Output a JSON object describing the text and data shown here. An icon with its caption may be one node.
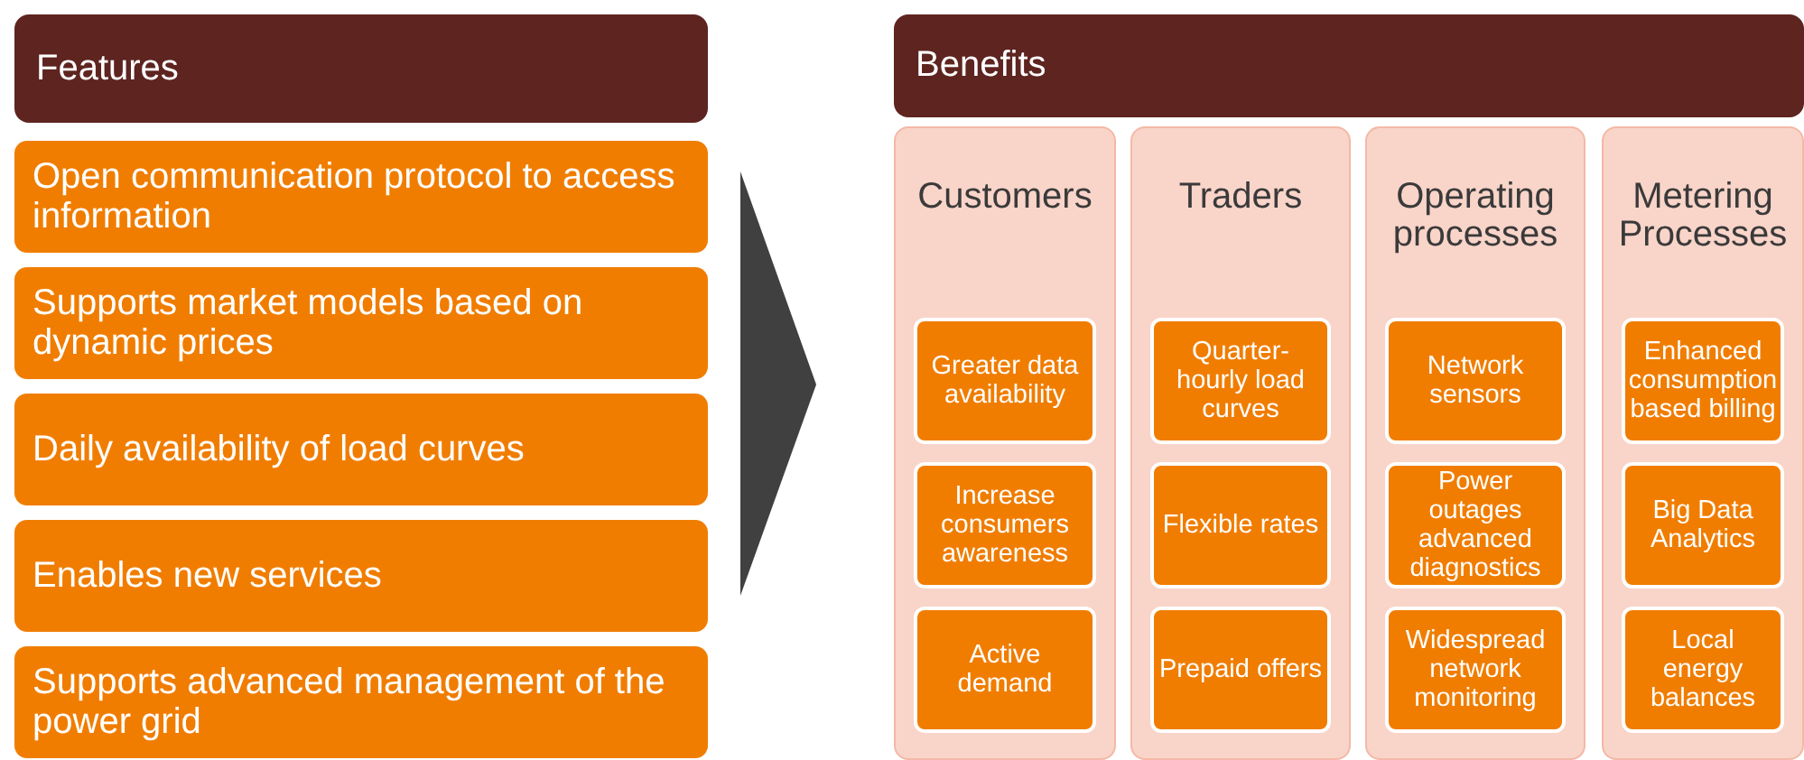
{
  "diagram": {
    "nodes": [
      {
        "text": [
          "Features"
        ]
      },
      {
        "text": [
          "Open communication protocol to access information"
        ]
      },
      {
        "text": [
          "Supports market models based on dynamic prices"
        ]
      },
      {
        "text": [
          "Daily availability of load curves"
        ]
      },
      {
        "text": [
          "Enables new services"
        ]
      },
      {
        "text": [
          "Supports advanced management of the power grid"
        ]
      },
      {
        "text": [
          "Benefits"
        ]
      },
      {
        "text": [
          "Customers"
        ]
      },
      {
        "text": [
          "Greater data availability"
        ],
        "in": 7
      },
      {
        "text": [
          "Increase consumers awareness"
        ],
        "in": 7
      },
      {
        "text": [
          "Active demand"
        ],
        "in": 7
      },
      {
        "text": [
          "Traders"
        ]
      },
      {
        "text": [
          "Quarter-hourly load curves"
        ],
        "in": 11
      },
      {
        "text": [
          "Flexible rates"
        ],
        "in": 11
      },
      {
        "text": [
          "Prepaid offers"
        ],
        "in": 11
      },
      {
        "text": [
          "Operating processes"
        ]
      },
      {
        "text": [
          "Network sensors"
        ],
        "in": 15
      },
      {
        "text": [
          "Power outages advanced diagnostics"
        ],
        "in": 15
      },
      {
        "text": [
          "Widespread network monitoring"
        ],
        "in": 15
      },
      {
        "text": [
          "Metering Processes"
        ]
      },
      {
        "text": [
          "Enhanced consumption based billing"
        ],
        "in": 19
      },
      {
        "text": [
          "Big Data Analytics"
        ],
        "in": 19
      },
      {
        "text": [
          "Local energy balances"
        ],
        "in": 19
      }
    ],
    "edges": [
      {
        "from": 0,
        "to": 6,
        "arrow": "to"
      }
    ]
  }
}
